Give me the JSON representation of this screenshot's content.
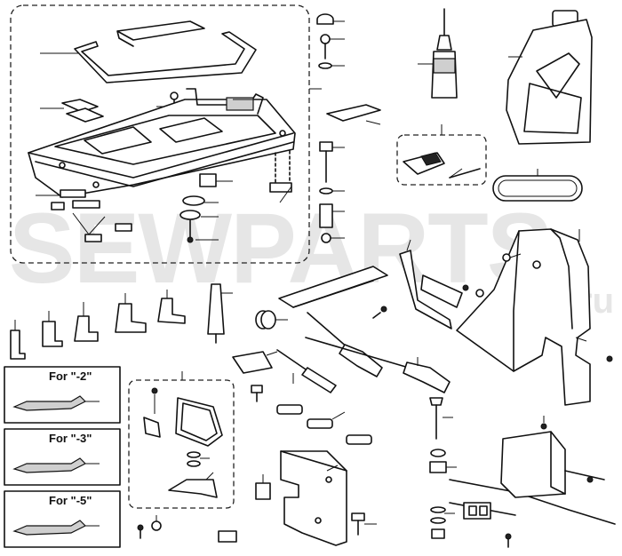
{
  "watermark": {
    "text": "SEWPARTS",
    "suffix": ".ru"
  },
  "variant_boxes": [
    {
      "label": "For \"-2\""
    },
    {
      "label": "For \"-3\""
    },
    {
      "label": "For \"-5\""
    }
  ]
}
